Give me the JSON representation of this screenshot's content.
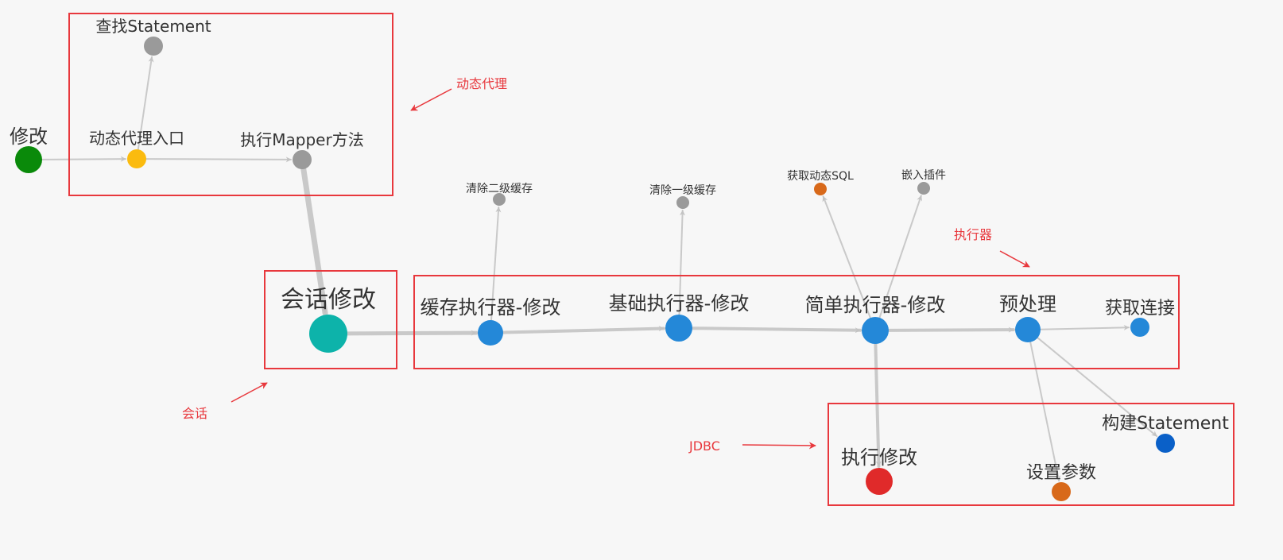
{
  "colors": {
    "background": "#f7f7f7",
    "edge": "#c9c9c9",
    "box": "#e8383d",
    "annotation": "#e8383d",
    "label": "#333333",
    "label_highlight": "#2a7fd4"
  },
  "nodes": [
    {
      "id": "modify",
      "label": "修改",
      "color": "#0a8a0a"
    },
    {
      "id": "proxy_entry",
      "label": "动态代理入口",
      "color": "#fbbb0f"
    },
    {
      "id": "find_statement",
      "label": "查找Statement",
      "color": "#9a9a9a"
    },
    {
      "id": "exec_mapper",
      "label": "执行Mapper方法",
      "color": "#9a9a9a"
    },
    {
      "id": "session_update",
      "label": "会话修改",
      "color": "#0db3aa"
    },
    {
      "id": "cache_executor",
      "label": "缓存执行器-修改",
      "color": "#2488d8"
    },
    {
      "id": "clear_l2",
      "label": "清除二级缓存",
      "color": "#9a9a9a"
    },
    {
      "id": "base_executor",
      "label": "基础执行器-修改",
      "color": "#2488d8"
    },
    {
      "id": "clear_l1",
      "label": "清除一级缓存",
      "color": "#9a9a9a"
    },
    {
      "id": "simple_executor",
      "label": "简单执行器-修改",
      "color": "#2488d8"
    },
    {
      "id": "get_dynamic_sql",
      "label": "获取动态SQL",
      "color": "#d8691a"
    },
    {
      "id": "embed_plugin",
      "label": "嵌入插件",
      "color": "#9a9a9a"
    },
    {
      "id": "prepare",
      "label": "预处理",
      "color": "#2488d8"
    },
    {
      "id": "get_connection",
      "label": "获取连接",
      "color": "#2488d8"
    },
    {
      "id": "build_statement",
      "label": "构建Statement",
      "color": "#0a60c8"
    },
    {
      "id": "set_params",
      "label": "设置参数",
      "color": "#d8691a"
    },
    {
      "id": "execute_update",
      "label": "执行修改",
      "color": "#e02a2a"
    }
  ],
  "edges": [
    {
      "from": "modify",
      "to": "proxy_entry"
    },
    {
      "from": "proxy_entry",
      "to": "find_statement"
    },
    {
      "from": "proxy_entry",
      "to": "exec_mapper"
    },
    {
      "from": "exec_mapper",
      "to": "session_update"
    },
    {
      "from": "session_update",
      "to": "cache_executor"
    },
    {
      "from": "cache_executor",
      "to": "clear_l2"
    },
    {
      "from": "cache_executor",
      "to": "base_executor"
    },
    {
      "from": "base_executor",
      "to": "clear_l1"
    },
    {
      "from": "base_executor",
      "to": "simple_executor"
    },
    {
      "from": "simple_executor",
      "to": "get_dynamic_sql"
    },
    {
      "from": "simple_executor",
      "to": "embed_plugin"
    },
    {
      "from": "simple_executor",
      "to": "prepare"
    },
    {
      "from": "simple_executor",
      "to": "execute_update"
    },
    {
      "from": "prepare",
      "to": "get_connection"
    },
    {
      "from": "prepare",
      "to": "build_statement"
    },
    {
      "from": "prepare",
      "to": "set_params"
    }
  ],
  "annotations": [
    {
      "id": "dynamic_proxy",
      "text": "动态代理"
    },
    {
      "id": "session",
      "text": "会话"
    },
    {
      "id": "executor",
      "text": "执行器"
    },
    {
      "id": "jdbc",
      "text": "JDBC"
    }
  ]
}
